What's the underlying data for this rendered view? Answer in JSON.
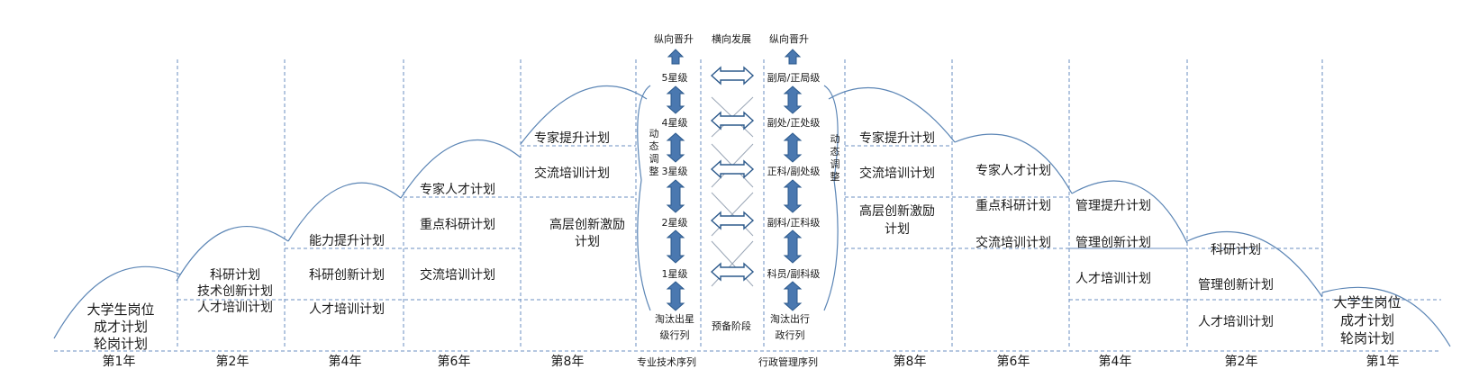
{
  "bottom_axis": {
    "left": [
      "第1年",
      "第2年",
      "第4年",
      "第6年",
      "第8年"
    ],
    "center_left": "专业技术序列",
    "center_right": "行政管理序列",
    "right": [
      "第8年",
      "第6年",
      "第4年",
      "第2年",
      "第1年"
    ]
  },
  "center": {
    "left_top_label": "纵向晋升",
    "middle_top_label": "横向发展",
    "right_top_label": "纵向晋升",
    "tech_levels": [
      "5星级",
      "4星级",
      "3星级",
      "2星级",
      "1星级"
    ],
    "admin_levels": [
      "副局/正局级",
      "副处/正处级",
      "正科/副处级",
      "副科/正科级",
      "科员/副科级"
    ],
    "tech_exit": [
      "淘汰出星",
      "级行列"
    ],
    "admin_exit": [
      "淘汰出行",
      "政行列"
    ],
    "reserve": "预备阶段",
    "dynamic_adjust": "动态调整"
  },
  "left_plans": {
    "year1": [
      "大学生岗位",
      "成才计划",
      "轮岗计划"
    ],
    "year2": [
      "科研计划",
      "技术创新计划",
      "人才培训计划"
    ],
    "year4": [
      "能力提升计划",
      "科研创新计划",
      "人才培训计划"
    ],
    "year6": [
      "专家人才计划",
      "重点科研计划",
      "交流培训计划"
    ],
    "year8": [
      "专家提升计划",
      "交流培训计划",
      "高层创新激励",
      "计划"
    ]
  },
  "right_plans": {
    "year8": [
      "专家提升计划",
      "交流培训计划",
      "高层创新激励",
      "计划"
    ],
    "year6": [
      "专家人才计划",
      "重点科研计划",
      "交流培训计划"
    ],
    "year4": [
      "管理提升计划",
      "管理创新计划",
      "人才培训计划"
    ],
    "year2": [
      "科研计划",
      "管理创新计划",
      "人才培训计划"
    ],
    "year1": [
      "大学生岗位",
      "成才计划",
      "轮岗计划"
    ]
  },
  "colors": {
    "arc": "#5b85b5",
    "dash": "#6b8fc2",
    "arrow_fill": "#4a78b0",
    "arrow_stroke": "#2d5a8c"
  }
}
